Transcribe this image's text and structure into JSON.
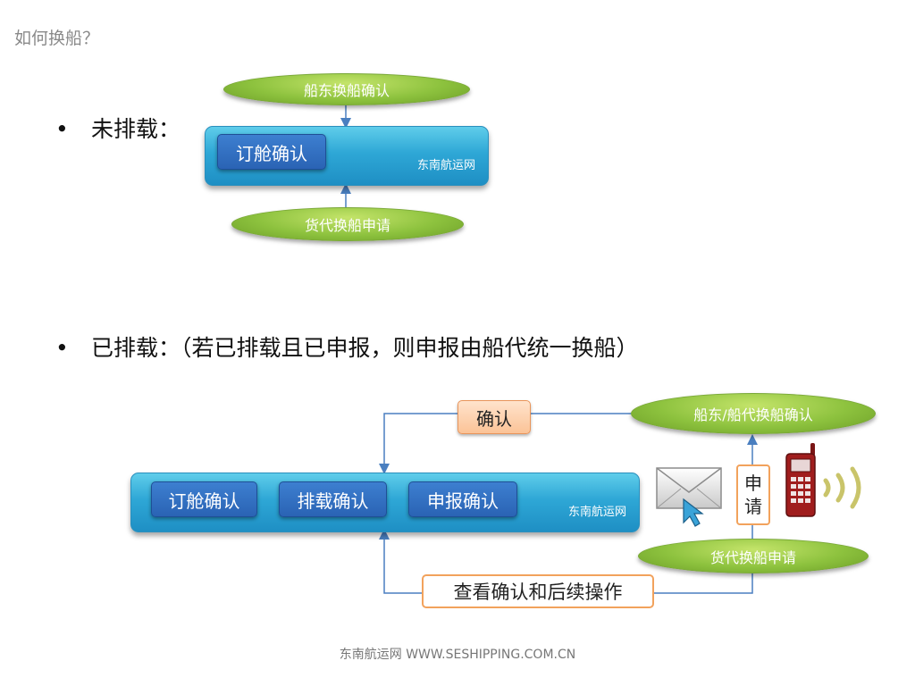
{
  "slide": {
    "title": "如何换船？"
  },
  "section1": {
    "bullet": "•",
    "label": "未排载：",
    "top_ellipse": "船东换船确认",
    "panel_chip": "订舱确认",
    "panel_brand": "东南航运网",
    "bottom_ellipse": "货代换船申请"
  },
  "section2": {
    "bullet": "•",
    "label": "已排载：（若已排载且已申报，则申报由船代统一换船）",
    "confirm_box": "确认",
    "top_ellipse": "船东/船代换船确认",
    "chips": [
      "订舱确认",
      "排载确认",
      "申报确认"
    ],
    "panel_brand": "东南航运网",
    "apply_box": [
      "申",
      "请"
    ],
    "bottom_ellipse": "货代换船申请",
    "followup_box": "查看确认和后续操作",
    "icons": [
      "envelope-icon",
      "cursor-icon",
      "mobile-phone-icon",
      "signal-waves-icon"
    ]
  },
  "footer": {
    "text": "东南航运网 WWW.SESHIPPING.COM.CN"
  },
  "colors": {
    "panel_blue": "#2ea7d6",
    "chip_blue": "#2a63b4",
    "ellipse_green": "#8dc23e",
    "connector_blue": "#4a7fc0",
    "orange_border": "#f2a25c",
    "phone_red": "#9b1b1b"
  }
}
